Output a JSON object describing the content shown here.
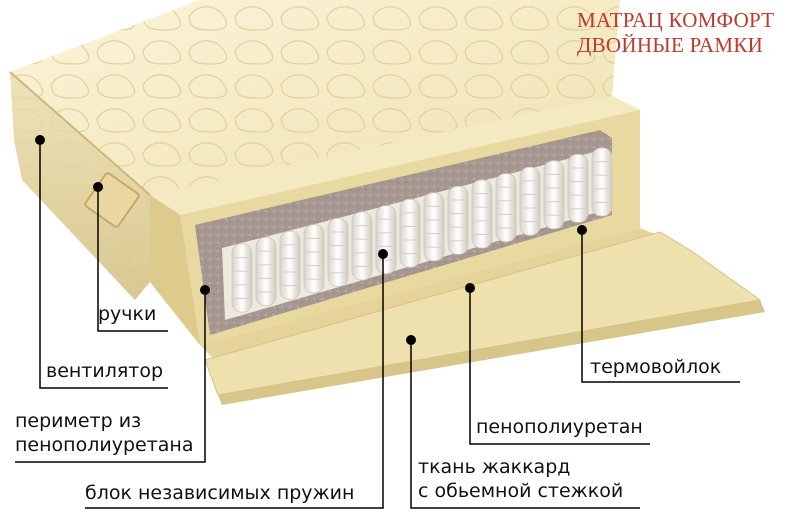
{
  "title": {
    "line1": "МАТРАЦ КОМФОРТ",
    "line2": "ДВОЙНЫЕ РАМКИ"
  },
  "callouts": {
    "handles": "ручки",
    "ventilator": "вентилятор",
    "perimeter_line1": "периметр из",
    "perimeter_line2": "пенополиуретана",
    "springs": "блок независимых пружин",
    "thermofelt": "термовойлок",
    "polyurethane": "пенополиуретан",
    "jacquard_line1": "ткань жаккард",
    "jacquard_line2": "с обьемной стежкой"
  },
  "colors": {
    "title": "#c0392b",
    "foam": "#efe2a8",
    "foam_dark": "#d9c98a",
    "felt": "#a99a92",
    "quilt": "#f7efcf",
    "springs": "#f4f1ea",
    "leader": "#000000"
  }
}
